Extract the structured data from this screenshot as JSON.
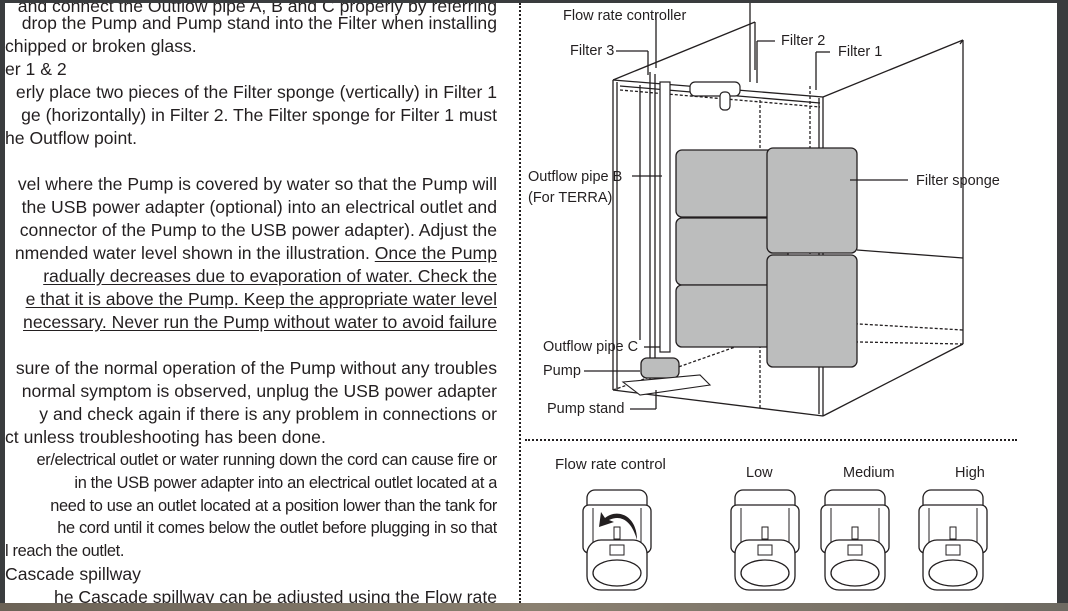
{
  "left_text": {
    "lines": [
      {
        "text": "and connect the Outflow pipe A, B and C properly by referring",
        "u": false,
        "c": false
      },
      {
        "text": "drop the Pump and Pump stand into the Filter when installing",
        "u": false,
        "c": false
      },
      {
        "text": "chipped or broken glass.",
        "u": false,
        "c": false,
        "left": true
      },
      {
        "text": "er 1 & 2",
        "u": false,
        "c": false,
        "left": true
      },
      {
        "text": "erly place two pieces of the Filter sponge (vertically) in Filter 1",
        "u": false,
        "c": false
      },
      {
        "text": "ge (horizontally) in Filter 2. The Filter sponge for Filter 1 must",
        "u": false,
        "c": false
      },
      {
        "text": "he Outflow point.",
        "u": false,
        "c": false,
        "left": true
      },
      {
        "text": "vel where the Pump is covered by water so that the Pump will",
        "u": false,
        "c": false
      },
      {
        "text": "the USB power adapter (optional) into an electrical outlet and",
        "u": false,
        "c": false
      },
      {
        "text": "connector of the Pump to the USB power adapter). Adjust the",
        "u": false,
        "c": false
      },
      {
        "text": "nmended water level shown in the illustration. ",
        "u": false,
        "c": false,
        "tail": "Once the Pump"
      },
      {
        "text": "radually decreases due to evaporation of water. Check the",
        "u": true,
        "c": false
      },
      {
        "text": "e that it is above the Pump. Keep the appropriate water level",
        "u": true,
        "c": false
      },
      {
        "text": "necessary. Never run the Pump without water to avoid failure",
        "u": true,
        "c": false
      },
      {
        "text": "sure of the normal operation of the Pump without any troubles",
        "u": false,
        "c": false
      },
      {
        "text": "normal symptom is observed, unplug the USB power adapter",
        "u": false,
        "c": false
      },
      {
        "text": "y and check again if there is any problem in connections or",
        "u": false,
        "c": false
      },
      {
        "text": "ct unless troubleshooting has been done.",
        "u": false,
        "c": false,
        "left": true
      },
      {
        "text": "er/electrical outlet or water running down the cord can cause fire or",
        "u": false,
        "c": true
      },
      {
        "text": "in the USB power adapter into an electrical outlet located at a",
        "u": false,
        "c": true
      },
      {
        "text": "need to use an outlet located at a position lower than the tank for",
        "u": false,
        "c": true
      },
      {
        "text": "he cord until it comes below the outlet before plugging in so that",
        "u": false,
        "c": true
      },
      {
        "text": "l reach the outlet.",
        "u": false,
        "c": true,
        "left": true
      },
      {
        "text": "Cascade spillway",
        "u": false,
        "c": false,
        "left": true
      },
      {
        "text": "he Cascade spillway can be adjusted using the Flow rate",
        "u": true,
        "c": false
      }
    ]
  },
  "diagram": {
    "flow_rate_controller": "Flow rate controller",
    "filter3": "Filter 3",
    "filter2": "Filter 2",
    "filter1": "Filter 1",
    "outflow_pipe_b": "Outflow pipe B",
    "for_terra": "(For TERRA)",
    "filter_sponge": "Filter sponge",
    "outflow_pipe_c": "Outflow pipe C",
    "pump": "Pump",
    "pump_stand": "Pump stand"
  },
  "flow_control": {
    "title": "Flow rate control",
    "low": "Low",
    "medium": "Medium",
    "high": "High"
  },
  "colors": {
    "sponge": "#bcbdbd",
    "ink": "#231f20"
  }
}
